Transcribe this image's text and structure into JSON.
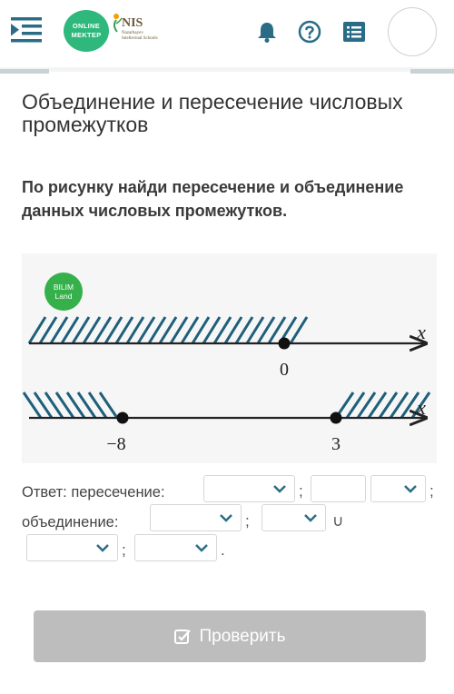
{
  "header": {
    "logo_online_line1": "ONLINE",
    "logo_online_line2": "MEKTEP",
    "logo_nis": "NIS",
    "logo_nis_sub": "Nazarbayev Intellectual Schools"
  },
  "lesson": {
    "title": "Объединение и пересечение числовых промежутков"
  },
  "task": {
    "text": "По рисунку найди пересечение и объединение данных числовых промежутков."
  },
  "figure": {
    "badge_line1": "BILIM",
    "badge_line2": "Land",
    "axis_label": "x",
    "line1_point": "0",
    "line2_point_left": "−8",
    "line2_point_right": "3"
  },
  "answer": {
    "intersection_label": "Ответ: пересечение:",
    "union_label": "объединение:",
    "semicolon": ";",
    "union_symbol": "∪",
    "period": "."
  },
  "check_button": {
    "label": "Проверить"
  },
  "colors": {
    "hatch": "#1f5f7a",
    "brand_green": "#2eb87c",
    "button_gray": "#bdbdbd"
  }
}
